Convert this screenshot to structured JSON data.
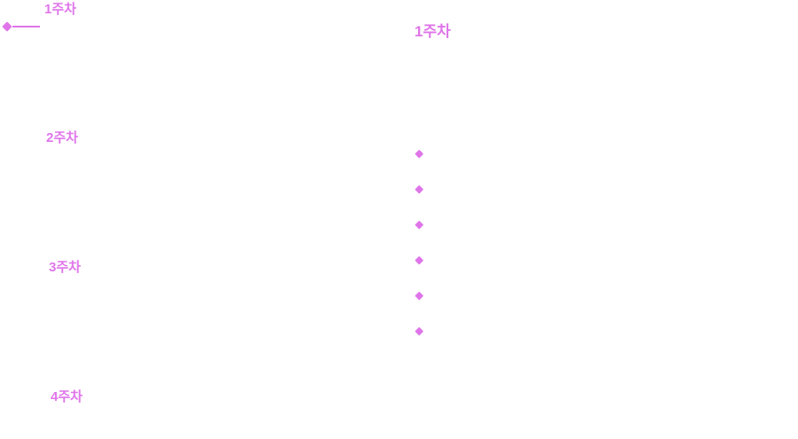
{
  "accent_color": "#df75e9",
  "timeline": {
    "weeks": [
      {
        "label": "1주차"
      },
      {
        "label": "2주차"
      },
      {
        "label": "3주차"
      },
      {
        "label": "4주차"
      }
    ],
    "node_icon": "diamond-icon"
  },
  "detail": {
    "title": "1주차",
    "bullet_icon": "diamond-bullet-icon",
    "bullets": [
      {},
      {},
      {},
      {},
      {},
      {}
    ]
  }
}
